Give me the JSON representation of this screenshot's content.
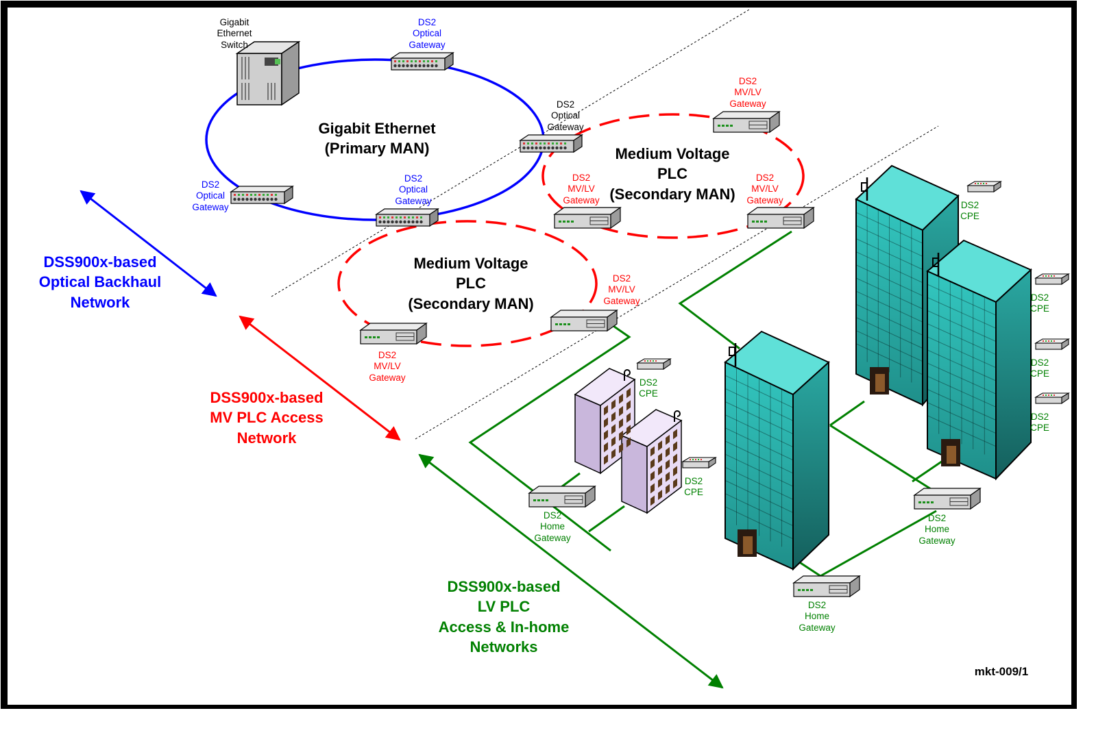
{
  "colors": {
    "backhaul": "#0000ff",
    "mv": "#ff0000",
    "lv": "#008000",
    "building_teal": "#2bb3ad",
    "building_lavender": "#e9dcf5",
    "device": "#d6d6d6"
  },
  "backhaul": {
    "ring_title": "Gigabit Ethernet\n(Primary MAN)",
    "switch_label": "Gigabit\nEthernet\nSwitch",
    "gw_top": "DS2\nOptical\nGateway",
    "gw_right": "DS2\nOptical\nGateway",
    "gw_left": "DS2\nOptical\nGateway",
    "gw_bottom": "DS2\nOptical\nGateway",
    "network_label": "DSS900x-based\nOptical Backhaul\nNetwork"
  },
  "mv_right": {
    "ring_title": "Medium Voltage\nPLC\n(Secondary MAN)",
    "gw_top": "DS2\nMV/LV\nGateway",
    "gw_left": "DS2\nMV/LV\nGateway",
    "gw_right": "DS2\nMV/LV\nGateway"
  },
  "mv_left": {
    "ring_title": "Medium Voltage\nPLC\n(Secondary MAN)",
    "gw_right": "DS2\nMV/LV\nGateway",
    "gw_bottom": "DS2\nMV/LV\nGateway",
    "network_label": "DSS900x-based\nMV PLC Access\nNetwork"
  },
  "lv": {
    "cpe_1": "DS2\nCPE",
    "cpe_2": "DS2\nCPE",
    "cpe_3": "DS2\nCPE",
    "cpe_4": "DS2\nCPE",
    "cpe_5": "DS2\nCPE",
    "cpe_6": "DS2\nCPE",
    "home_gw_1": "DS2\nHome\nGateway",
    "home_gw_2": "DS2\nHome\nGateway",
    "home_gw_3": "DS2\nHome\nGateway",
    "network_label": "DSS900x-based\nLV PLC\nAccess & In-home\nNetworks"
  },
  "footer_code": "mkt-009/1"
}
